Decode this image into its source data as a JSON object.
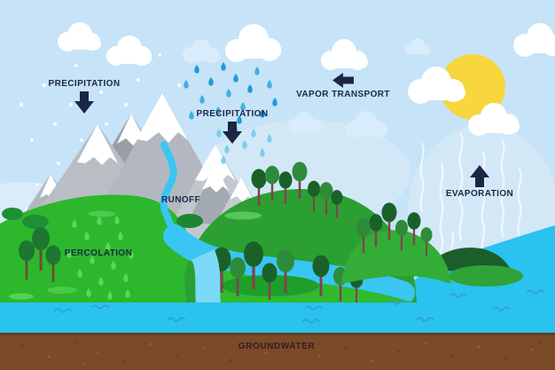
{
  "labels": {
    "precipitation_left": "PRECIPITATION",
    "precipitation_center": "PRECIPITATION",
    "vapor_transport": "VAPOR TRANSPORT",
    "evaporation": "EVAPORATION",
    "runoff": "RUNOFF",
    "percolation": "PERCOLATION",
    "groundwater": "GROUNDWATER"
  },
  "colors": {
    "sky": "#c6e3f7",
    "mist": "#d3e8f7",
    "sun": "#f7d63e",
    "cloud_white": "#ffffff",
    "cloud_tint": "#d8ecfb",
    "mountain_gray": "#b3b8c0",
    "mountain_dark": "#989ea6",
    "snow_cap": "#ffffff",
    "rain_drop": "#3fb0e4",
    "snow_dot": "#ffffff",
    "river": "#39c6f2",
    "river_light": "#7cd9f7",
    "sea": "#2ac2ee",
    "wave": "#2b9fd6",
    "hill_left": "#2db72d",
    "hill_mid": "#2c9f33",
    "hill_fore": "#30ba30",
    "hill_right": "#33ad38",
    "ridge_dark": "#1c5e2c",
    "tree_canopy_dark": "#1a6129",
    "tree_canopy_medium": "#2e8b3a",
    "tree_trunk_maroon": "#82424d",
    "tree_trunk_brown": "#6f4a2f",
    "percolation_drop": "#58d858",
    "soil": "#7b4b27",
    "label_navy": "#1b2647",
    "label_groundwater": "#331c2b"
  }
}
